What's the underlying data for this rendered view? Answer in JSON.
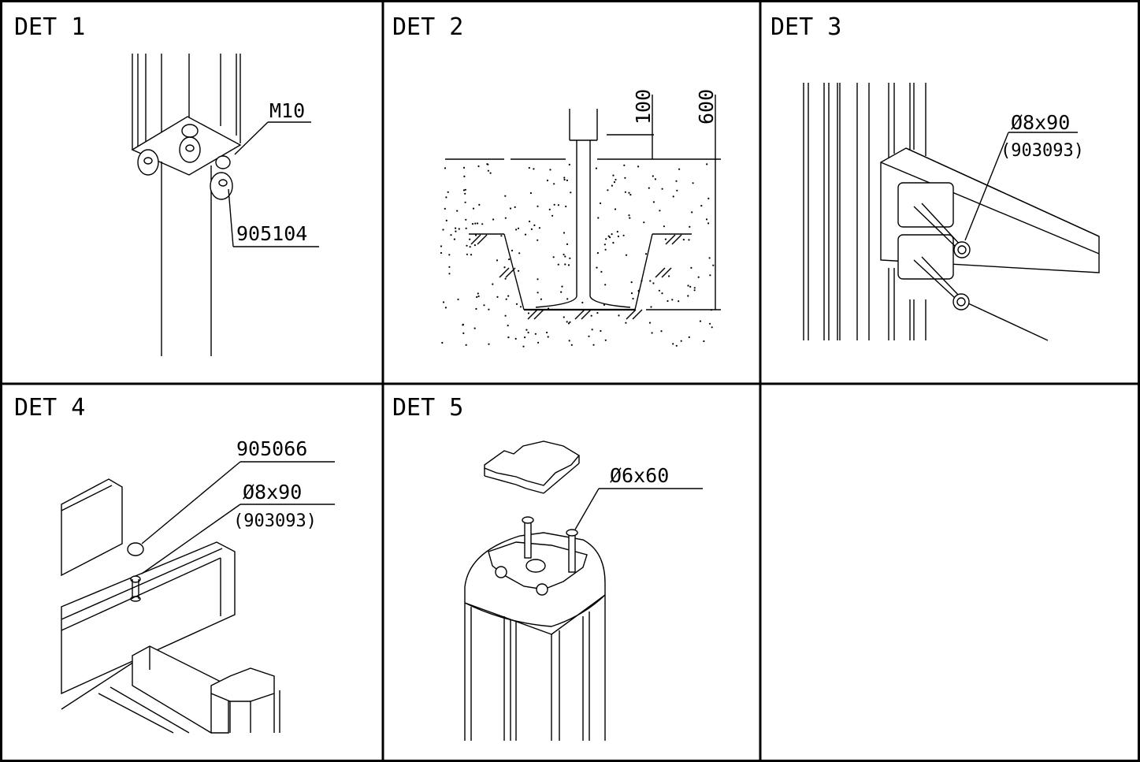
{
  "details": [
    {
      "title": "DET 1",
      "callouts": [
        "M10",
        "905104"
      ]
    },
    {
      "title": "DET 2",
      "dims": [
        "100",
        "600"
      ]
    },
    {
      "title": "DET 3",
      "callouts": [
        "Ø8x90",
        "(903093)"
      ]
    },
    {
      "title": "DET 4",
      "callouts": [
        "905066",
        "Ø8x90",
        "(903093)"
      ]
    },
    {
      "title": "DET 5",
      "callouts": [
        "Ø6x60"
      ]
    }
  ],
  "colors": {
    "line": "#000000",
    "background": "#ffffff"
  }
}
